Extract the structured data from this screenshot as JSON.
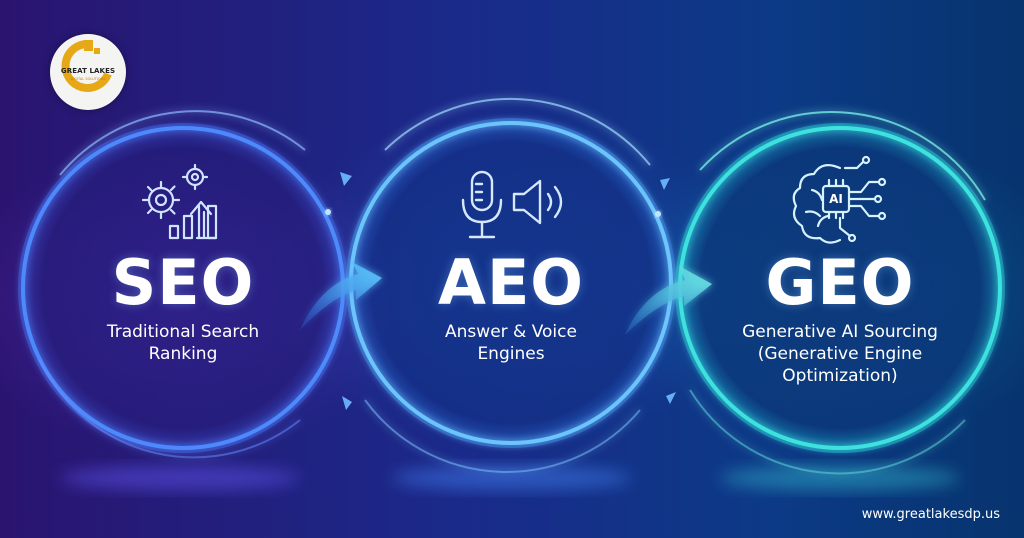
{
  "logo": {
    "name": "GREAT LAKES",
    "tagline": "DIGITAL SOLUTIONS"
  },
  "stages": [
    {
      "heading": "SEO",
      "lines": [
        "Traditional Search",
        "Ranking"
      ],
      "icon": "gears-growth-chart-icon"
    },
    {
      "heading": "AEO",
      "lines": [
        "Answer & Voice",
        "Engines"
      ],
      "icon": "microphone-speaker-icon"
    },
    {
      "heading": "GEO",
      "lines": [
        "Generative AI Sourcing",
        "(Generative Engine",
        "Optimization)"
      ],
      "icon": "ai-brain-circuit-icon",
      "icon_label": "AI"
    }
  ],
  "footer": {
    "website": "www.greatlakesdp.us"
  },
  "colors": {
    "ring_left": "#5aa0ff",
    "ring_middle": "#6fc8ff",
    "ring_right": "#3fe6e0",
    "arrow": "#4fb4f0"
  }
}
